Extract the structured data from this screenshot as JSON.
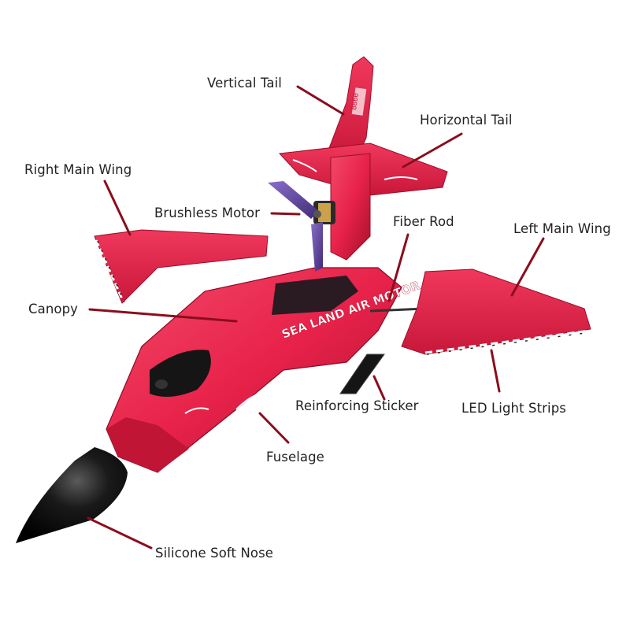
{
  "labels": {
    "vertical_tail": "Vertical Tail",
    "horizontal_tail": "Horizontal Tail",
    "right_main_wing": "Right Main Wing",
    "brushless_motor": "Brushless Motor",
    "fiber_rod": "Fiber Rod",
    "left_main_wing": "Left Main Wing",
    "canopy": "Canopy",
    "reinforcing_sticker": "Reinforcing Sticker",
    "led_light_strips": "LED Light Strips",
    "fuselage": "Fuselage",
    "silicone_soft_nose": "Silicone Soft Nose"
  },
  "decals": {
    "side_text": "SEA LAND AIR MOTOR",
    "tail_code": "B860"
  },
  "colors": {
    "body_red": "#e8224a",
    "body_dark": "#b0132f",
    "leader_line": "#8b0d1c",
    "nose_black": "#111111",
    "propeller": "#6a4aa8"
  }
}
